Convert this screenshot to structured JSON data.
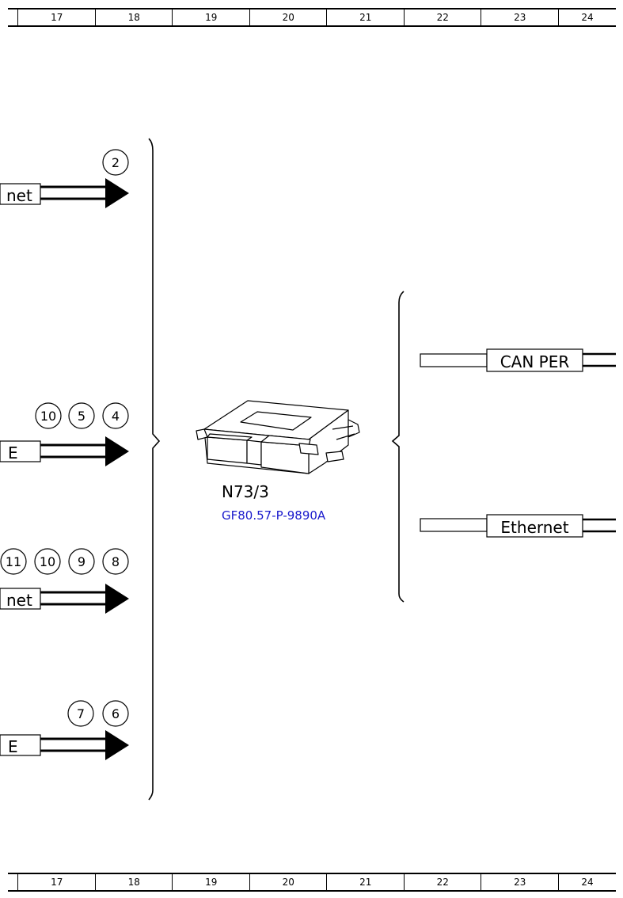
{
  "ruler": {
    "columns": [
      "17",
      "18",
      "19",
      "20",
      "21",
      "22",
      "23",
      "24"
    ]
  },
  "left_connections": [
    {
      "label": "net",
      "markers": [
        "2"
      ]
    },
    {
      "label": "E",
      "markers": [
        "10",
        "5",
        "4"
      ]
    },
    {
      "label": "net",
      "markers": [
        "11",
        "10",
        "9",
        "8"
      ]
    },
    {
      "label": "E",
      "markers": [
        "7",
        "6"
      ]
    }
  ],
  "right_connections": [
    {
      "label": "CAN PER"
    },
    {
      "label": "Ethernet"
    }
  ],
  "component": {
    "designation": "N73/3",
    "document_ref": "GF80.57-P-9890A",
    "image": "control-unit-module"
  }
}
